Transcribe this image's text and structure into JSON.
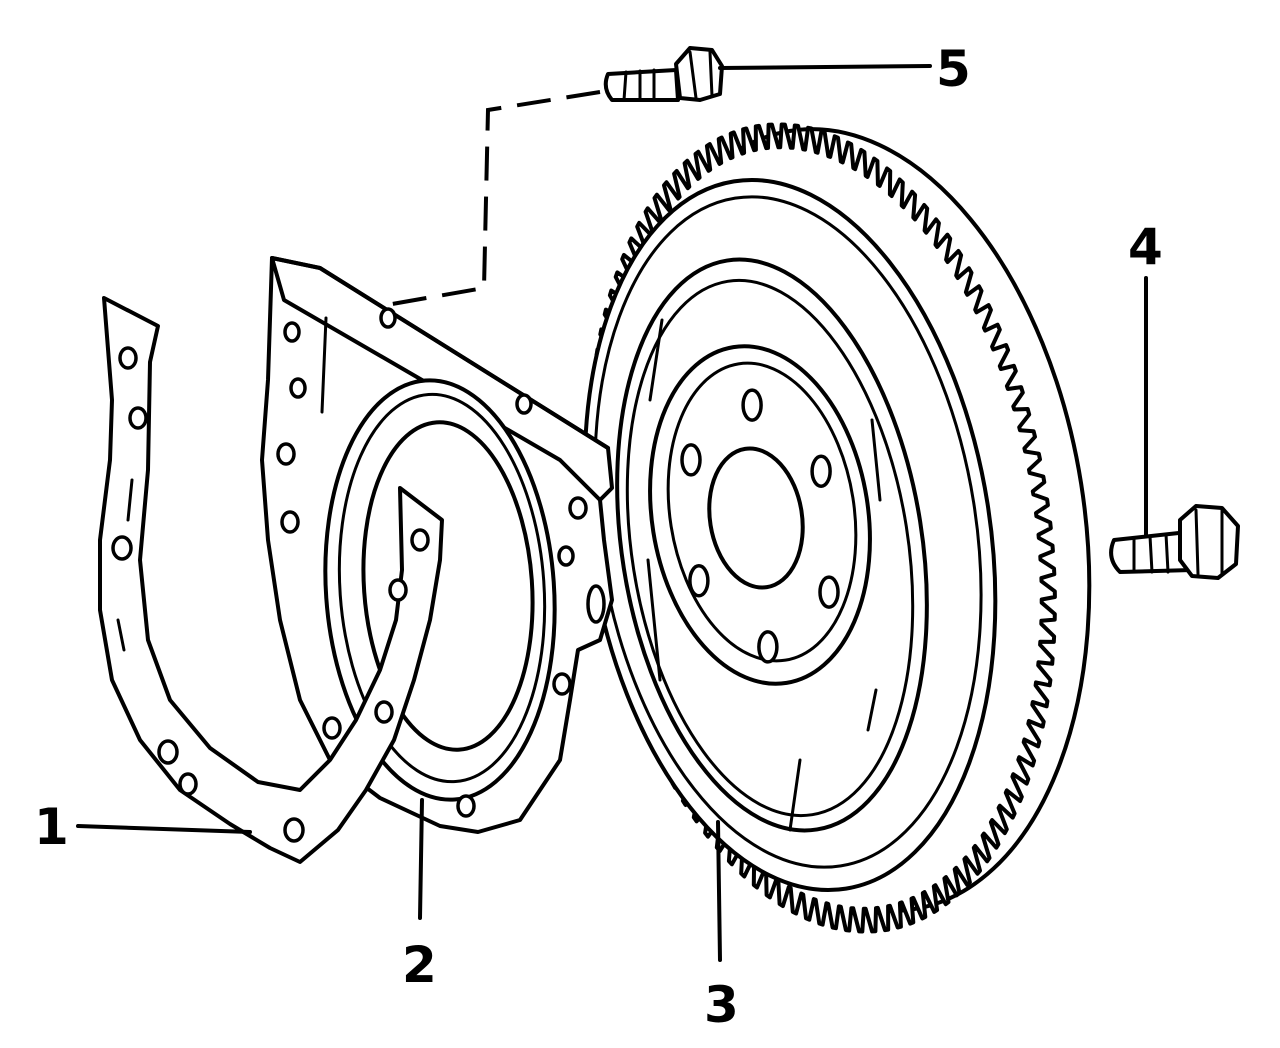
{
  "callouts": [
    {
      "id": "1",
      "label": "1"
    },
    {
      "id": "2",
      "label": "2"
    },
    {
      "id": "3",
      "label": "3"
    },
    {
      "id": "4",
      "label": "4"
    },
    {
      "id": "5",
      "label": "5"
    }
  ],
  "colors": {
    "ink": "#000000",
    "paper": "#ffffff"
  },
  "parts": {
    "flywheel_teeth": 110,
    "flywheel_bolt_holes": 6
  }
}
